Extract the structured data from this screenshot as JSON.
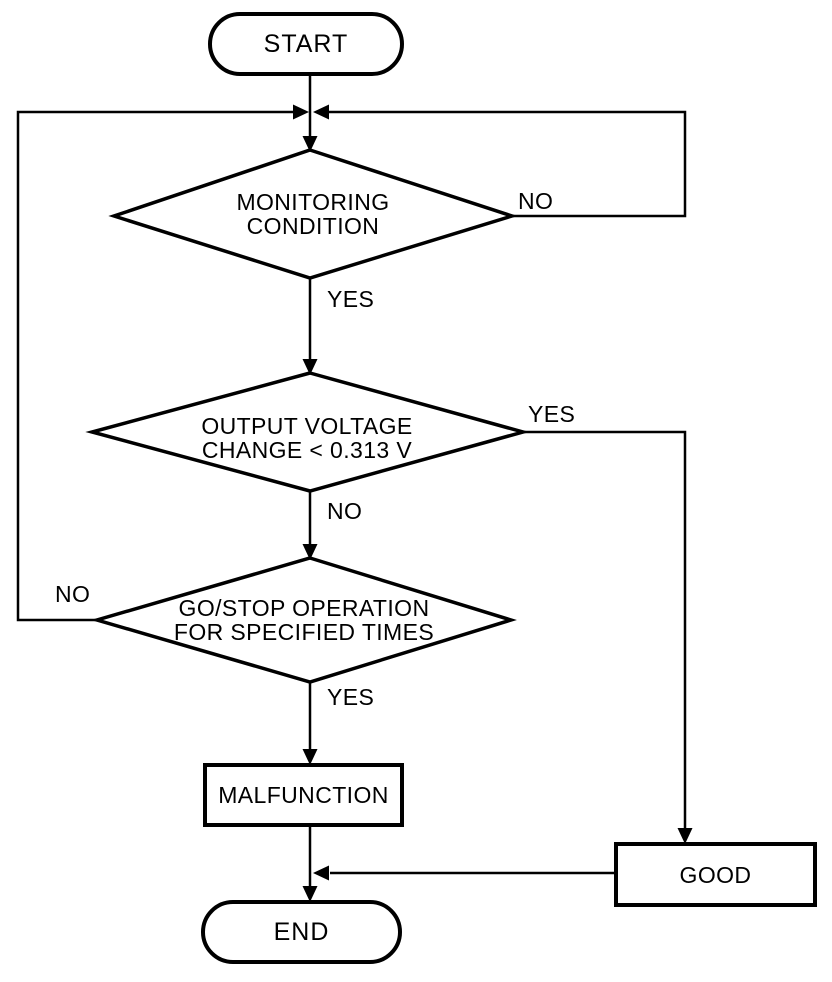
{
  "diagram": {
    "type": "flowchart",
    "colors": {
      "stroke": "#000000",
      "fill": "#ffffff",
      "text": "#000000"
    },
    "nodes": [
      {
        "id": "start",
        "shape": "terminator",
        "label": "START"
      },
      {
        "id": "monitoring-condition",
        "shape": "decision",
        "lines": [
          "MONITORING",
          "CONDITION"
        ]
      },
      {
        "id": "output-voltage-change",
        "shape": "decision",
        "lines": [
          "OUTPUT VOLTAGE",
          "CHANGE < 0.313 V"
        ]
      },
      {
        "id": "go-stop-operation",
        "shape": "decision",
        "lines": [
          "GO/STOP OPERATION",
          "FOR SPECIFIED TIMES"
        ]
      },
      {
        "id": "malfunction",
        "shape": "process",
        "label": "MALFUNCTION"
      },
      {
        "id": "good",
        "shape": "process",
        "label": "GOOD"
      },
      {
        "id": "end",
        "shape": "terminator",
        "label": "END"
      }
    ],
    "edges": [
      {
        "from": "monitoring-condition",
        "to": "restart-junction",
        "label": "NO"
      },
      {
        "from": "monitoring-condition",
        "to": "output-voltage-change",
        "label": "YES"
      },
      {
        "from": "output-voltage-change",
        "to": "good",
        "label": "YES"
      },
      {
        "from": "output-voltage-change",
        "to": "go-stop-operation",
        "label": "NO"
      },
      {
        "from": "go-stop-operation",
        "to": "restart-junction",
        "label": "NO"
      },
      {
        "from": "go-stop-operation",
        "to": "malfunction",
        "label": "YES"
      },
      {
        "from": "start",
        "to": "restart-junction",
        "label": ""
      },
      {
        "from": "malfunction",
        "to": "end",
        "label": ""
      },
      {
        "from": "good",
        "to": "end",
        "label": ""
      }
    ]
  }
}
